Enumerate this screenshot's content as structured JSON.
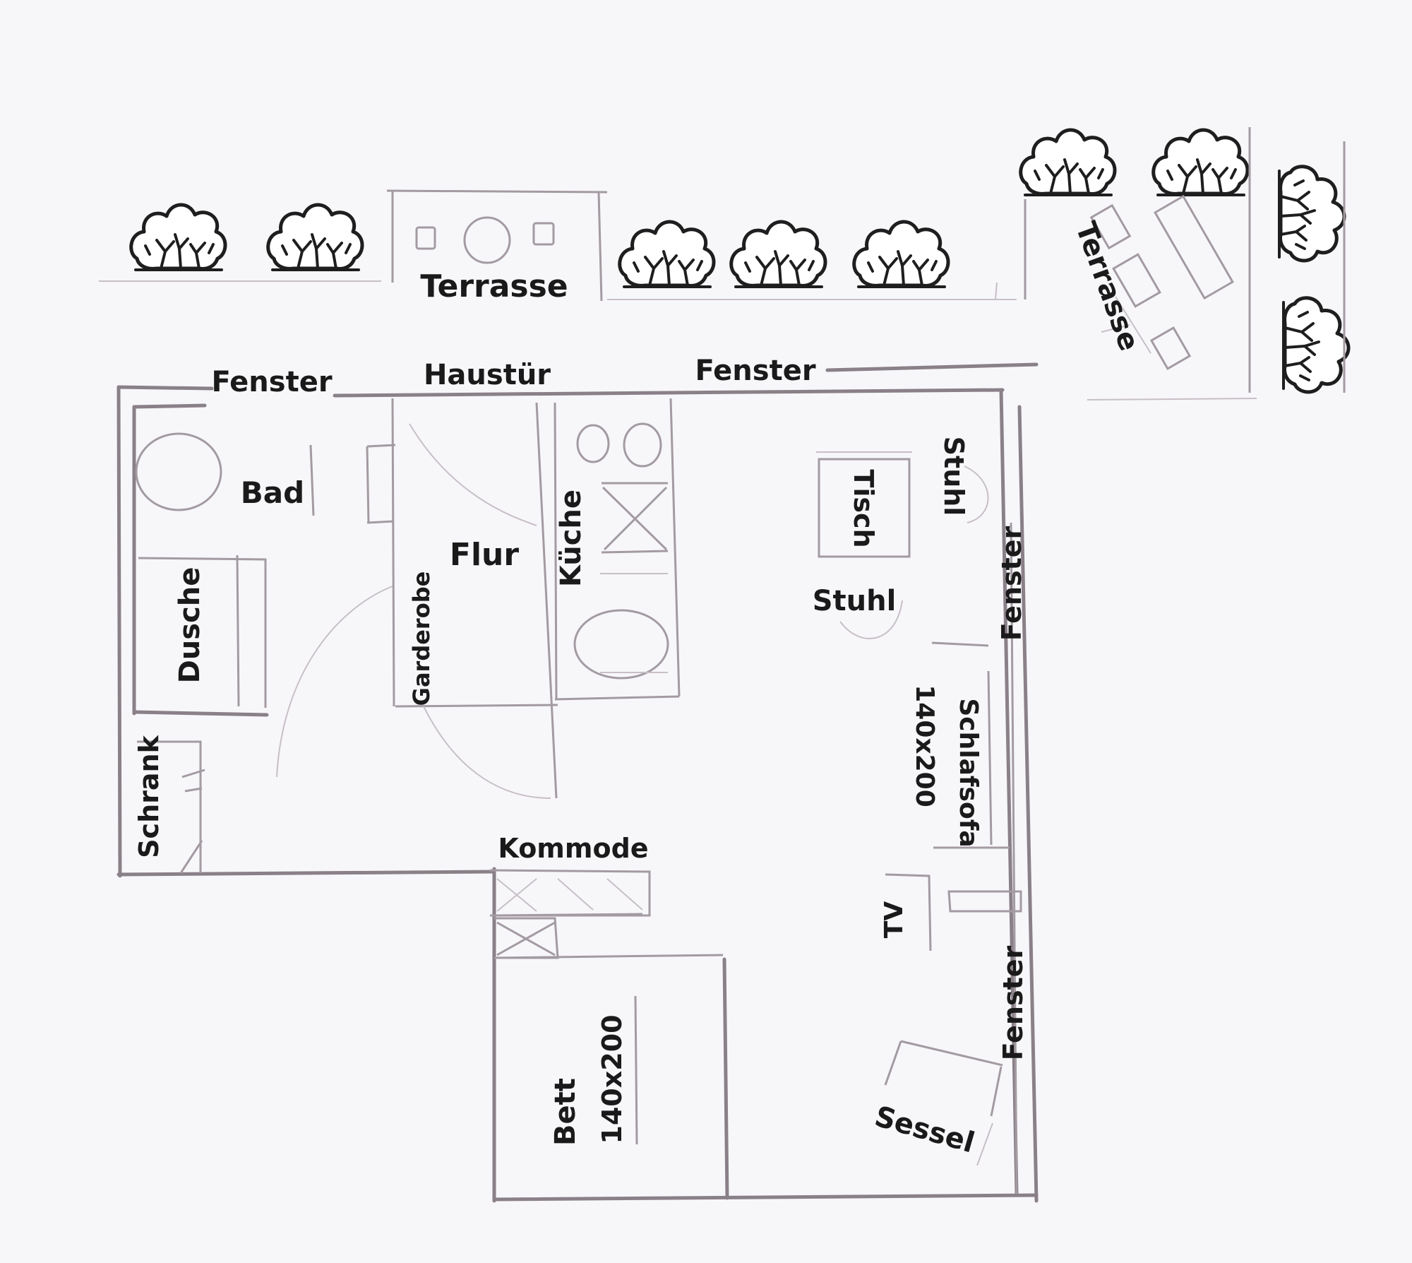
{
  "labels": {
    "fenster_1": "Fenster",
    "haustuer": "Haustür",
    "fenster_2": "Fenster",
    "terrasse_1": "Terrasse",
    "terrasse_2": "Terrasse",
    "bad": "Bad",
    "dusche": "Dusche",
    "schrank": "Schrank",
    "flur": "Flur",
    "garderobe": "Garderobe",
    "kueche": "Küche",
    "tisch": "Tisch",
    "stuhl_1": "Stuhl",
    "stuhl_2": "Stuhl",
    "fenster_3": "Fenster",
    "schlafsofa": "Schlafsofa",
    "schlafsofa_size": "140x200",
    "kommode": "Kommode",
    "tv": "TV",
    "fenster_4": "Fenster",
    "bett": "Bett",
    "bett_size": "140x200",
    "sessel": "Sessel"
  },
  "icons": {
    "shrub": "shrub-icon"
  },
  "colors": {
    "background": "#f7f7fa",
    "pencil": "#8a8088",
    "ink": "#1a1a1a"
  }
}
